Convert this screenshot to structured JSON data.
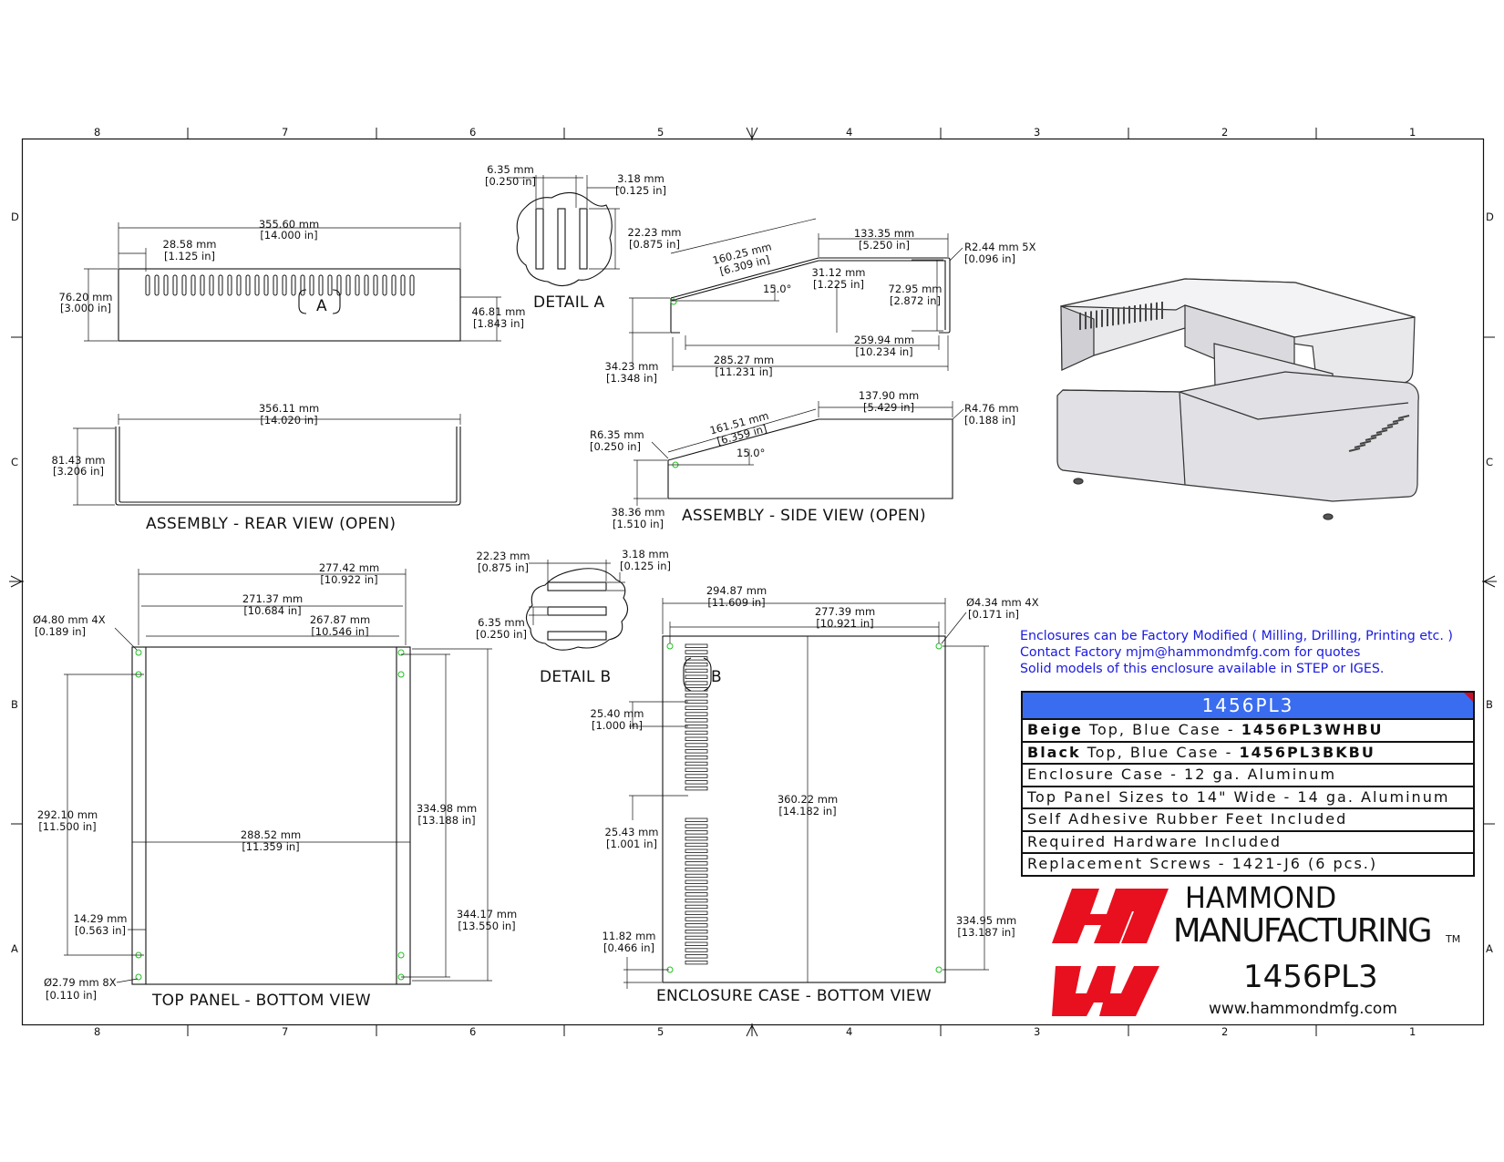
{
  "zones_horizontal": [
    "8",
    "7",
    "6",
    "5",
    "4",
    "3",
    "2",
    "1"
  ],
  "zones_vertical": [
    "D",
    "C",
    "B",
    "A"
  ],
  "views": {
    "rear_view": {
      "title": "ASSEMBLY - REAR VIEW (OPEN)",
      "overall_width": [
        "355.60 mm",
        "[14.000 in]"
      ],
      "slot_offset": [
        "28.58 mm",
        "[1.125 in]"
      ],
      "height": [
        "76.20 mm",
        "[3.000 in]"
      ],
      "slot_height": [
        "46.81 mm",
        "[1.843 in]"
      ],
      "detail_ref": "A",
      "open_width": [
        "356.11 mm",
        "[14.020 in]"
      ],
      "open_height": [
        "81.43 mm",
        "[3.206 in]"
      ]
    },
    "detail_a": {
      "title": "DETAIL  A",
      "slot_width": [
        "6.35 mm",
        "[0.250 in]"
      ],
      "slot_gap": [
        "3.18 mm",
        "[0.125 in]"
      ],
      "slot_length": [
        "22.23 mm",
        "[0.875 in]"
      ]
    },
    "side_view": {
      "title": "ASSEMBLY - SIDE VIEW (OPEN)",
      "slope_top": [
        "160.25 mm",
        "[6.309 in]"
      ],
      "flat_top": [
        "133.35 mm",
        "[5.250 in]"
      ],
      "radius_top": [
        "R2.44 mm 5X",
        "[0.096 in]"
      ],
      "angle_top": "15.0°",
      "step_height": [
        "31.12 mm",
        "[1.225 in]"
      ],
      "back_height": [
        "72.95 mm",
        "[2.872 in]"
      ],
      "front_height": [
        "34.23 mm",
        "[1.348 in]"
      ],
      "inner_depth": [
        "259.94 mm",
        "[10.234 in]"
      ],
      "overall_depth": [
        "285.27 mm",
        "[11.231 in]"
      ],
      "slope_case": [
        "161.51 mm",
        "[6.359 in]"
      ],
      "flat_case": [
        "137.90 mm",
        "[5.429 in]"
      ],
      "radius_case": [
        "R4.76 mm",
        "[0.188 in]"
      ],
      "radius_front": [
        "R6.35 mm",
        "[0.250 in]"
      ],
      "angle_case": "15.0°",
      "case_front_height": [
        "38.36 mm",
        "[1.510 in]"
      ]
    },
    "top_panel": {
      "title": "TOP PANEL - BOTTOM VIEW",
      "w1": [
        "277.42 mm",
        "[10.922 in]"
      ],
      "w2": [
        "271.37 mm",
        "[10.684 in]"
      ],
      "w3": [
        "267.87 mm",
        "[10.546 in]"
      ],
      "hole_top": [
        "Ø4.80 mm 4X",
        "[0.189 in]"
      ],
      "h1": [
        "292.10 mm",
        "[11.500 in]"
      ],
      "w_mid": [
        "288.52 mm",
        "[11.359 in]"
      ],
      "h2": [
        "334.98 mm",
        "[13.188 in]"
      ],
      "h3": [
        "344.17 mm",
        "[13.550 in]"
      ],
      "edge": [
        "14.29 mm",
        "[0.563 in]"
      ],
      "hole_small": [
        "Ø2.79 mm 8X",
        "[0.110 in]"
      ]
    },
    "detail_b": {
      "title": "DETAIL  B",
      "slot_length": [
        "22.23 mm",
        "[0.875 in]"
      ],
      "slot_gap": [
        "3.18 mm",
        "[0.125 in]"
      ],
      "slot_width": [
        "6.35 mm",
        "[0.250 in]"
      ]
    },
    "case_bottom": {
      "title": "ENCLOSURE CASE - BOTTOM VIEW",
      "w1": [
        "294.87 mm",
        "[11.609 in]"
      ],
      "w2": [
        "277.39 mm",
        "[10.921 in]"
      ],
      "hole": [
        "Ø4.34 mm 4X",
        "[0.171 in]"
      ],
      "detail_ref": "B",
      "v1": [
        "25.40 mm",
        "[1.000 in]"
      ],
      "depth": [
        "360.22 mm",
        "[14.182 in]"
      ],
      "v2": [
        "25.43 mm",
        "[1.001 in]"
      ],
      "v3": [
        "11.82 mm",
        "[0.466 in]"
      ],
      "hole_span": [
        "334.95 mm",
        "[13.187 in]"
      ]
    }
  },
  "notes": [
    "Enclosures can be Factory Modified ( Milling, Drilling, Printing etc. )",
    "Contact Factory mjm@hammondmfg.com for quotes",
    "Solid models of this enclosure available in STEP or IGES."
  ],
  "spec_table": {
    "header": "1456PL3",
    "rows": [
      {
        "bold": "Beige",
        "text": " Top, Blue Case - ",
        "bold2": "1456PL3WHBU"
      },
      {
        "bold": "Black",
        "text": " Top, Blue Case - ",
        "bold2": "1456PL3BKBU"
      },
      {
        "bold": "",
        "text": "Enclosure Case - 12 ga. Aluminum",
        "bold2": ""
      },
      {
        "bold": "",
        "text": "Top Panel Sizes to 14\" Wide - 14 ga. Aluminum",
        "bold2": ""
      },
      {
        "bold": "",
        "text": "Self Adhesive Rubber Feet Included",
        "bold2": ""
      },
      {
        "bold": "",
        "text": "Required Hardware Included",
        "bold2": ""
      },
      {
        "bold": "",
        "text": "Replacement Screws - 1421-J6 (6 pcs.)",
        "bold2": ""
      }
    ]
  },
  "brand": {
    "line1": "HAMMOND",
    "line2": "MANUFACTURING",
    "tm": "TM",
    "part": "1456PL3",
    "url": "www.hammondmfg.com",
    "logo_color": "#e8101e",
    "note_color": "#1a1adf",
    "header_color": "#3a6cf0"
  }
}
